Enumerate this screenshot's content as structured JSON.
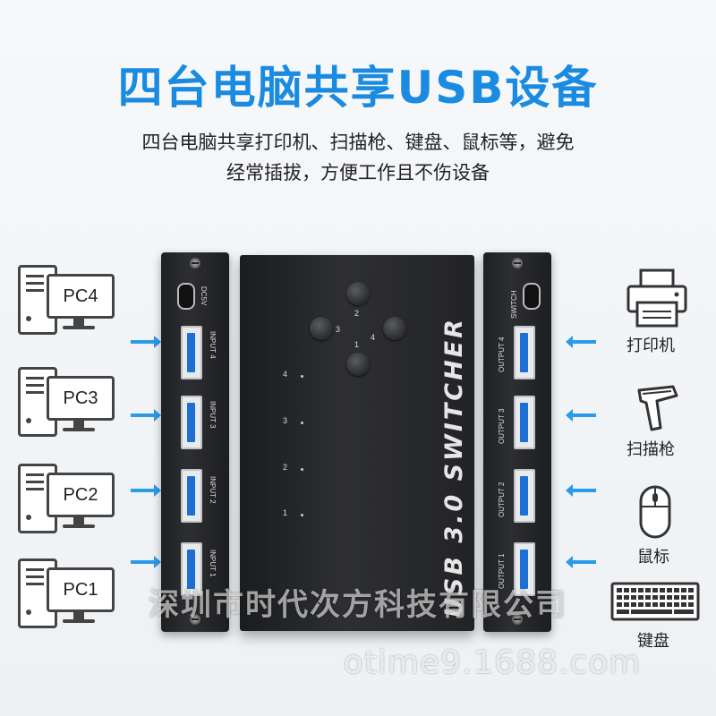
{
  "header": {
    "title": "四台电脑共享USB设备",
    "subtitle_line1": "四台电脑共享打印机、扫描枪、键盘、鼠标等，避免",
    "subtitle_line2": "经常插拔，方便工作且不伤设备"
  },
  "pcs": [
    {
      "label": "PC4"
    },
    {
      "label": "PC3"
    },
    {
      "label": "PC2"
    },
    {
      "label": "PC1"
    }
  ],
  "input_panel": {
    "dc_label": "DC5V",
    "ports": [
      "INPUT 4",
      "INPUT 3",
      "INPUT 2",
      "INPUT 1"
    ]
  },
  "output_panel": {
    "switch_label": "SWITCH",
    "ports": [
      "OUTPUT 4",
      "OUTPUT 3",
      "OUTPUT 2",
      "OUTPUT 1"
    ]
  },
  "main_unit": {
    "brand_text": "USB 3.0 SWITCHER",
    "button_numbers": [
      "2",
      "3",
      "4",
      "1"
    ],
    "led_numbers": [
      "4",
      "3",
      "2",
      "1"
    ]
  },
  "devices": [
    {
      "label": "打印机",
      "icon": "printer-icon"
    },
    {
      "label": "扫描枪",
      "icon": "scanner-icon"
    },
    {
      "label": "鼠标",
      "icon": "mouse-icon"
    },
    {
      "label": "键盘",
      "icon": "keyboard-icon"
    }
  ],
  "watermark": {
    "company": "深圳市时代次方科技有限公司",
    "site": "otime9.1688.com"
  },
  "colors": {
    "accent": "#1a8be0",
    "arrow": "#2a9be8",
    "usb_blue": "#1d6fd6"
  }
}
